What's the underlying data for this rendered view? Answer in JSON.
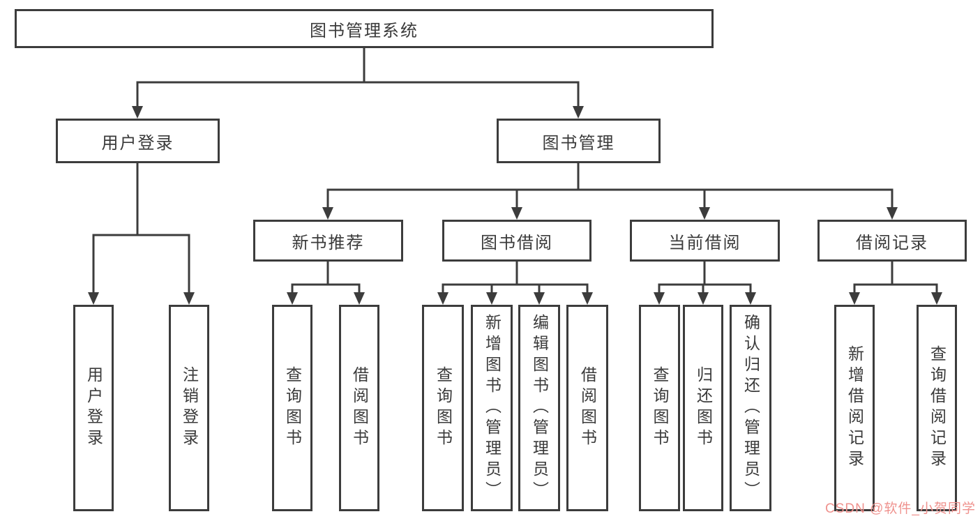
{
  "colors": {
    "line": "#3c3c3c",
    "text": "#3a3a3a",
    "background": "#ffffff",
    "watermark": "#ef928e"
  },
  "tree": {
    "root": "图书管理系统",
    "login_branch": {
      "label": "用户登录",
      "children": [
        "用户登录",
        "注销登录"
      ]
    },
    "management_branch": {
      "label": "图书管理",
      "sections": [
        {
          "label": "新书推荐",
          "children": [
            "查询图书",
            "借阅图书"
          ]
        },
        {
          "label": "图书借阅",
          "children": [
            "查询图书",
            "新增图书（管理员）",
            "编辑图书（管理员）",
            "借阅图书"
          ]
        },
        {
          "label": "当前借阅",
          "children": [
            "查询图书",
            "归还图书",
            "确认归还（管理员）"
          ]
        },
        {
          "label": "借阅记录",
          "children": [
            "新增借阅记录",
            "查询借阅记录"
          ]
        }
      ]
    }
  },
  "watermark": "CSDN @软件_小贺同学"
}
